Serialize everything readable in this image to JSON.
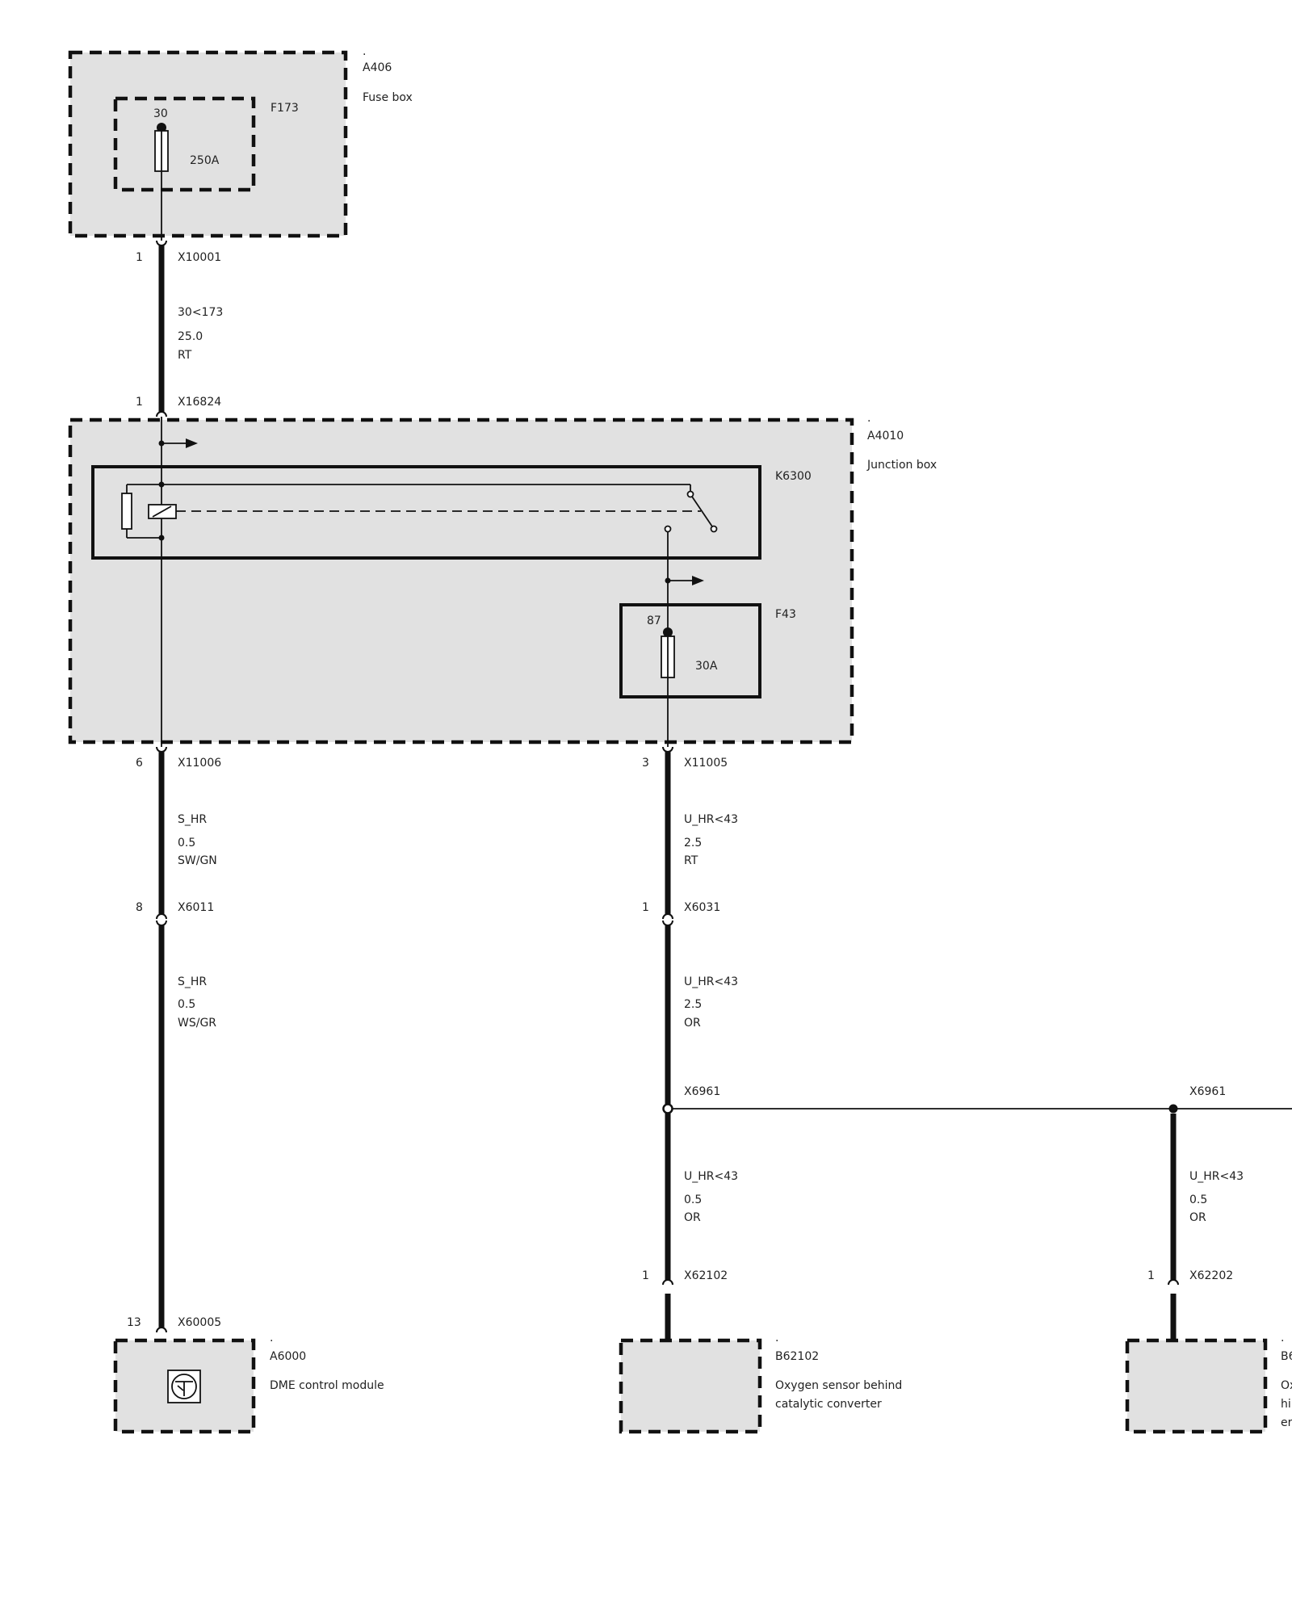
{
  "components": {
    "a406": {
      "dot": ".",
      "id": "A406",
      "desc": "Fuse box"
    },
    "f173": {
      "id": "F173",
      "pin": "30",
      "rating": "250A"
    },
    "a4010": {
      "dot": ".",
      "id": "A4010",
      "desc": "Junction box"
    },
    "k6300": {
      "id": "K6300"
    },
    "f43": {
      "id": "F43",
      "pin": "87",
      "rating": "30A"
    },
    "a6000": {
      "dot": ".",
      "id": "A6000",
      "desc": "DME control module"
    },
    "b62102": {
      "dot": ".",
      "id": "B62102",
      "desc_line1": "Oxygen sensor behind",
      "desc_line2": "catalytic converter"
    },
    "b62202": {
      "dot": ".",
      "id": "B6",
      "desc_line1": "Ox",
      "desc_line2": "hi",
      "desc_line3": "er"
    }
  },
  "connectors": {
    "x10001": {
      "pin": "1",
      "id": "X10001"
    },
    "x16824": {
      "pin": "1",
      "id": "X16824"
    },
    "x11006": {
      "pin": "6",
      "id": "X11006"
    },
    "x11005": {
      "pin": "3",
      "id": "X11005"
    },
    "x6011": {
      "pin": "8",
      "id": "X6011"
    },
    "x6031": {
      "pin": "1",
      "id": "X6031"
    },
    "x6961_a": {
      "id": "X6961"
    },
    "x6961_b": {
      "id": "X6961"
    },
    "x62102": {
      "pin": "1",
      "id": "X62102"
    },
    "x62202": {
      "pin": "1",
      "id": "X62202"
    },
    "x60005": {
      "pin": "13",
      "id": "X60005"
    }
  },
  "wires": {
    "w1": {
      "signal": "30<173",
      "gauge": "25.0",
      "color": "RT"
    },
    "w2": {
      "signal": "S_HR",
      "gauge": "0.5",
      "color": "SW/GN"
    },
    "w3": {
      "signal": "U_HR<43",
      "gauge": "2.5",
      "color": "RT"
    },
    "w4": {
      "signal": "S_HR",
      "gauge": "0.5",
      "color": "WS/GR"
    },
    "w5": {
      "signal": "U_HR<43",
      "gauge": "2.5",
      "color": "OR"
    },
    "w6": {
      "signal": "U_HR<43",
      "gauge": "0.5",
      "color": "OR"
    },
    "w7": {
      "signal": "U_HR<43",
      "gauge": "0.5",
      "color": "OR"
    }
  },
  "colors": {
    "box_fill": "#e1e1e1",
    "line": "#111111",
    "text": "#222222"
  }
}
